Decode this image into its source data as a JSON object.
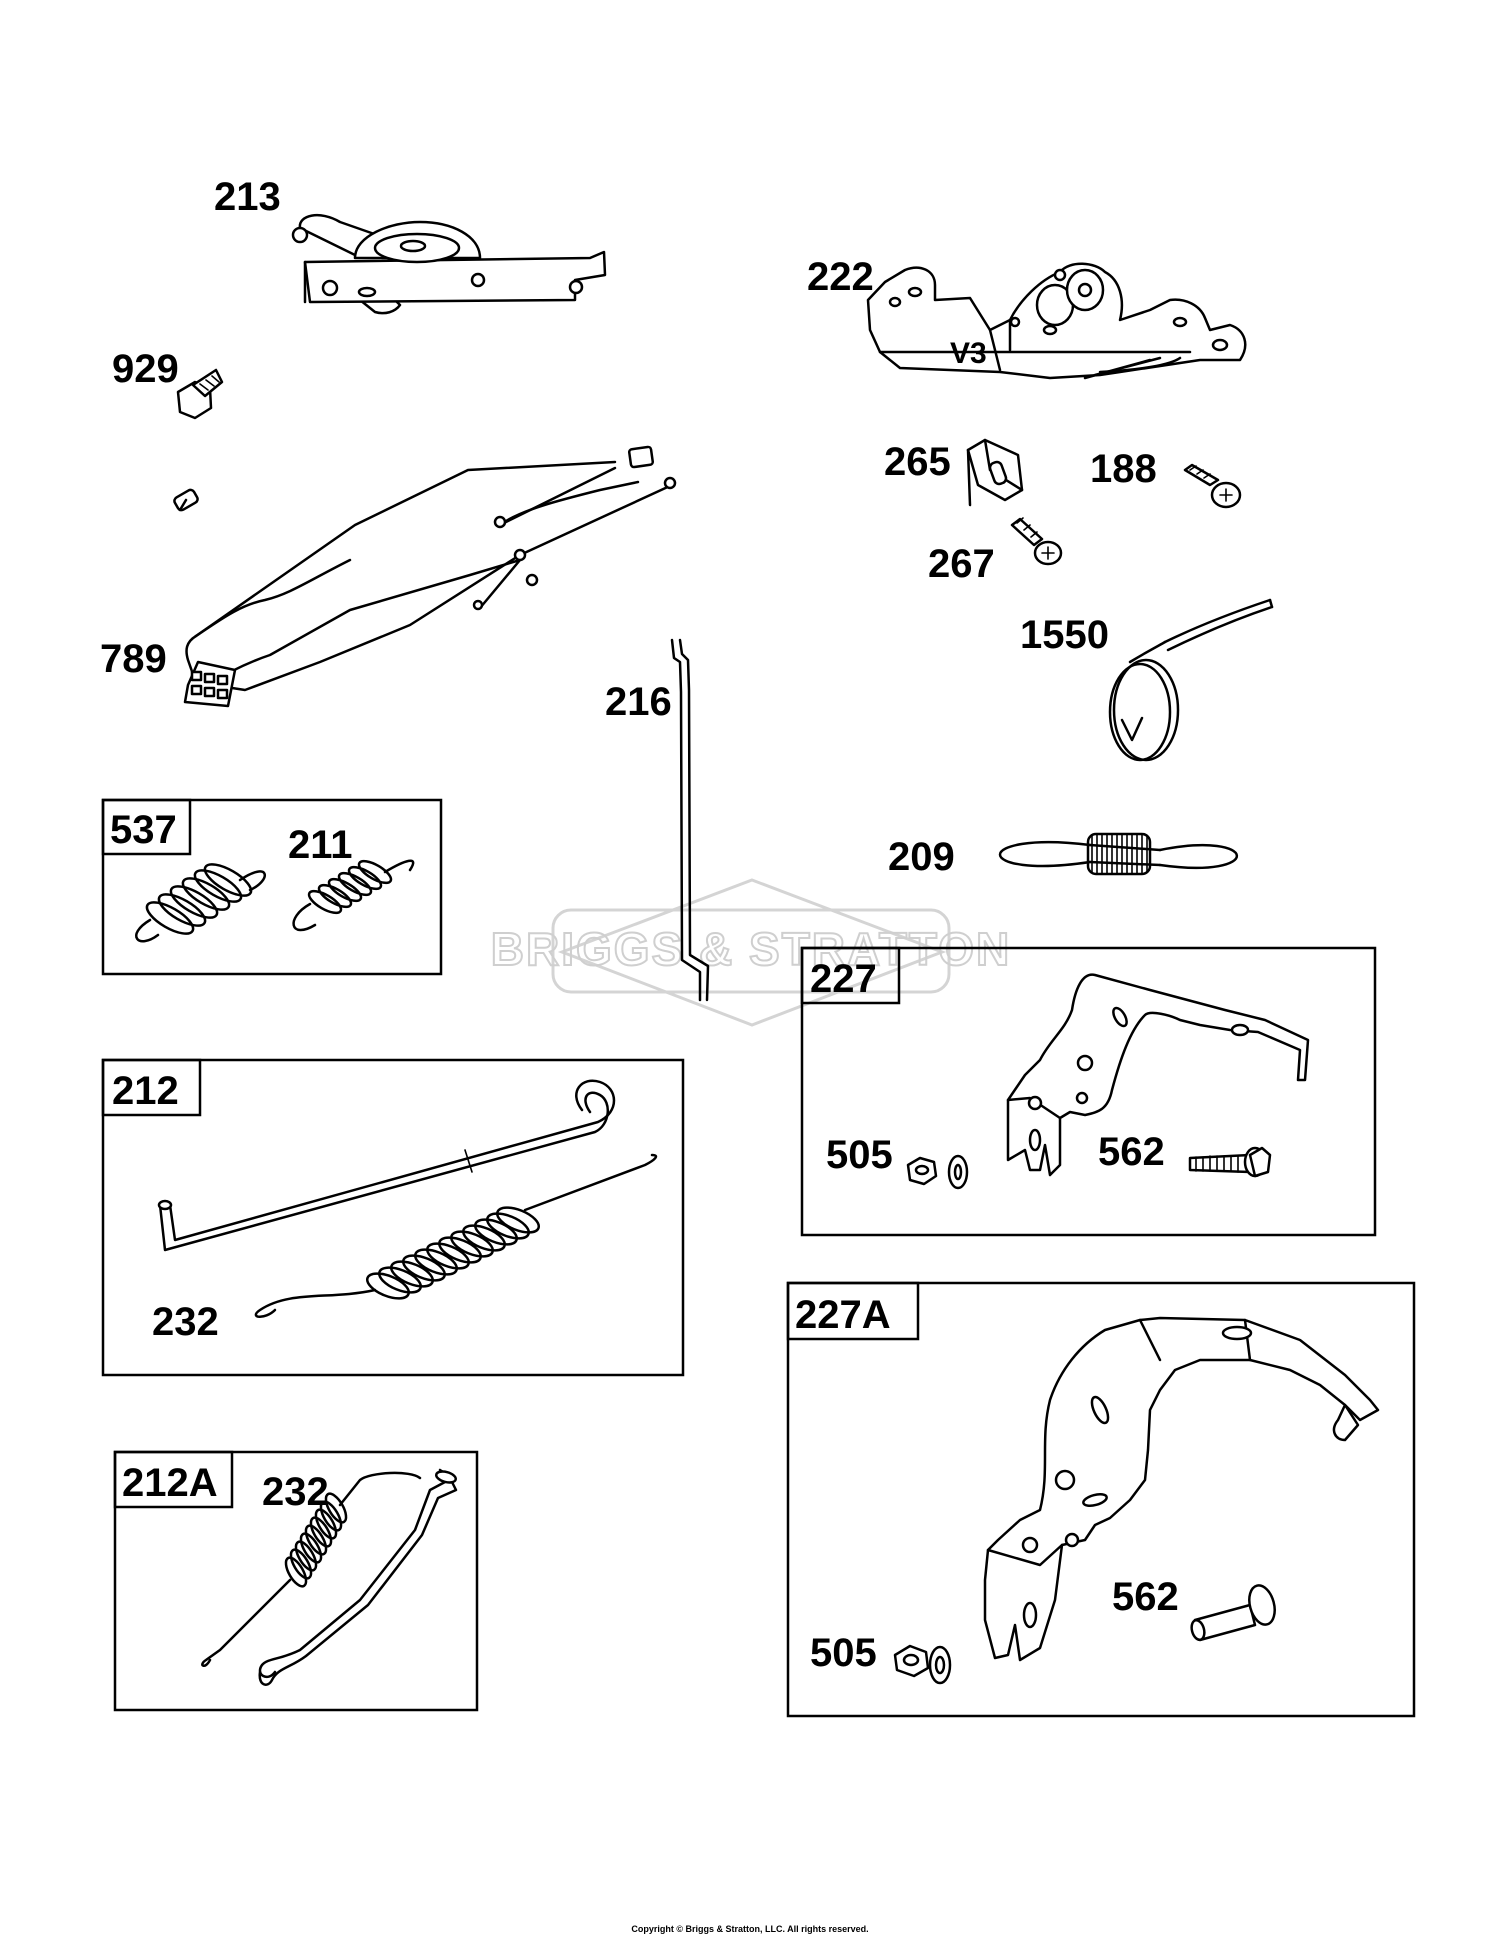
{
  "watermark": "BRIGGS & STRATTON",
  "copyright": "Copyright © Briggs & Stratton, LLC. All rights reserved.",
  "part_labels": {
    "p213": "213",
    "p929": "929",
    "p222": "222",
    "p265": "265",
    "p188": "188",
    "p267": "267",
    "p789": "789",
    "p216": "216",
    "p1550": "1550",
    "p209": "209",
    "p211": "211",
    "p232_a": "232",
    "p232_b": "232",
    "p505_a": "505",
    "p562_a": "562",
    "p505_b": "505",
    "p562_b": "562",
    "v3": "V3"
  },
  "kit_labels": {
    "k537": "537",
    "k212": "212",
    "k212a": "212A",
    "k227": "227",
    "k227a": "227A"
  }
}
